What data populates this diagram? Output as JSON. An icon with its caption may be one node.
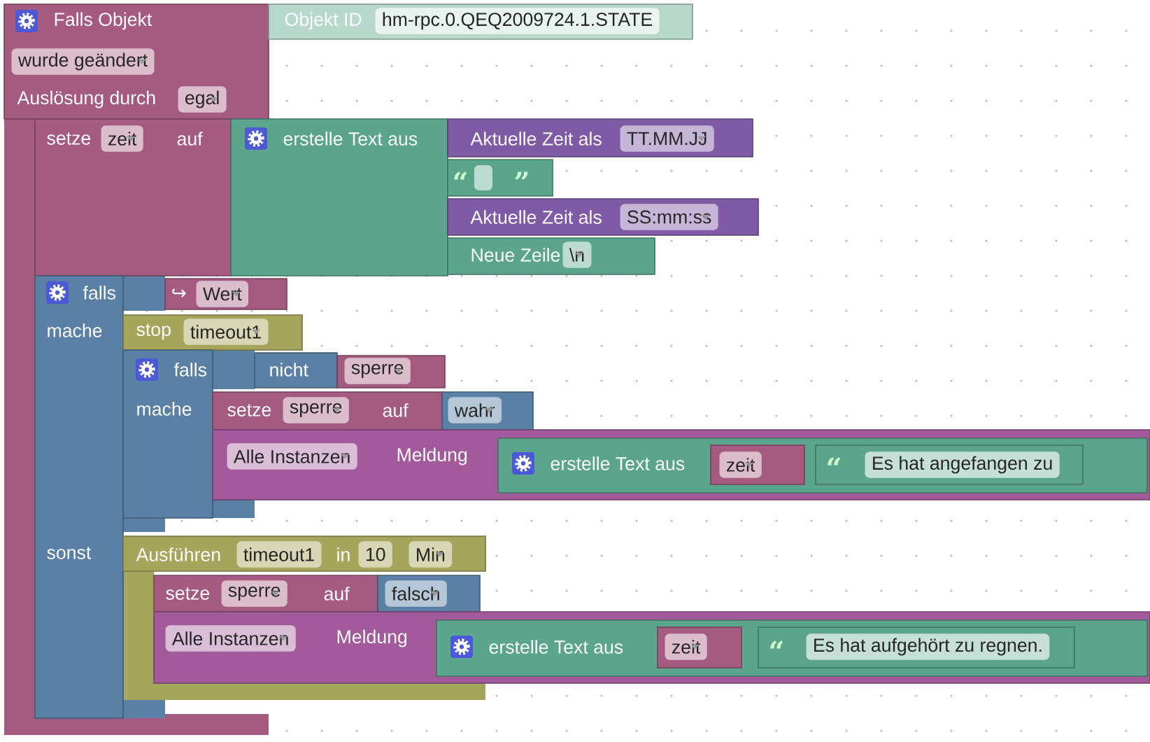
{
  "diagram": {
    "nodes": [
      {
        "text": [
          "Falls Objekt",
          "Auslösung durch"
        ]
      },
      {
        "text": [
          "wurde geändert"
        ],
        "in": 0
      },
      {
        "text": [
          "Objekt ID"
        ]
      },
      {
        "text": [
          "hm-rpc.0.QEQ2009724.1.STATE"
        ],
        "in": 2
      },
      {
        "text": [
          "egal"
        ],
        "in": 0
      },
      {
        "text": [
          "setze",
          "auf"
        ]
      },
      {
        "text": [
          "zeit"
        ],
        "in": 5
      },
      {
        "text": [
          "erstelle Text aus"
        ]
      },
      {
        "text": [
          "Aktuelle Zeit als"
        ]
      },
      {
        "text": [
          "TT.MM.JJ"
        ],
        "in": 8
      },
      {
        "text": [
          "“",
          "”"
        ]
      },
      {
        "text": [],
        "shape": "box",
        "in": 10
      },
      {
        "text": [
          "Aktuelle Zeit als"
        ]
      },
      {
        "text": [
          "SS:mm:ss"
        ],
        "in": 12
      },
      {
        "text": [
          "Neue Zeile"
        ]
      },
      {
        "text": [
          "\\n"
        ],
        "in": 14
      },
      {
        "text": [
          "falls",
          "mache",
          "sonst"
        ]
      },
      {
        "text": [
          "↪"
        ]
      },
      {
        "text": [
          "Wert"
        ],
        "in": 17
      },
      {
        "text": [
          "stop"
        ]
      },
      {
        "text": [
          "timeout1"
        ],
        "in": 19
      },
      {
        "text": [
          "falls",
          "mache"
        ]
      },
      {
        "text": [
          "nicht"
        ]
      },
      {
        "text": [],
        "shape": "box"
      },
      {
        "text": [
          "sperre"
        ],
        "in": 23
      },
      {
        "text": [
          "setze",
          "auf"
        ]
      },
      {
        "text": [
          "sperre"
        ],
        "in": 25
      },
      {
        "text": [],
        "shape": "box"
      },
      {
        "text": [
          "wahr"
        ],
        "in": 27
      },
      {
        "text": [
          "Meldung"
        ]
      },
      {
        "text": [
          "Alle Instanzen"
        ],
        "in": 29
      },
      {
        "text": [
          "erstelle Text aus"
        ],
        "in": 29
      },
      {
        "text": [],
        "shape": "box",
        "in": 31
      },
      {
        "text": [
          "zeit"
        ],
        "in": 32
      },
      {
        "text": [
          "“"
        ],
        "in": 31
      },
      {
        "text": [
          "Es hat angefangen zu"
        ],
        "in": 34
      },
      {
        "text": [
          "Ausführen",
          "in"
        ]
      },
      {
        "text": [
          "timeout1"
        ],
        "in": 36
      },
      {
        "text": [
          "10"
        ],
        "in": 36
      },
      {
        "text": [
          "Min"
        ],
        "in": 36
      },
      {
        "text": [
          "setze",
          "auf"
        ]
      },
      {
        "text": [
          "sperre"
        ],
        "in": 40
      },
      {
        "text": [],
        "shape": "box"
      },
      {
        "text": [
          "falsch"
        ],
        "in": 42
      },
      {
        "text": [
          "Meldung"
        ]
      },
      {
        "text": [
          "Alle Instanzen"
        ],
        "in": 44
      },
      {
        "text": [
          "erstelle Text aus"
        ],
        "in": 44
      },
      {
        "text": [],
        "shape": "box",
        "in": 46
      },
      {
        "text": [
          "zeit"
        ],
        "in": 47
      },
      {
        "text": [
          "“"
        ],
        "in": 46
      },
      {
        "text": [
          "Es hat aufgehört zu regnen."
        ],
        "in": 49
      }
    ]
  }
}
